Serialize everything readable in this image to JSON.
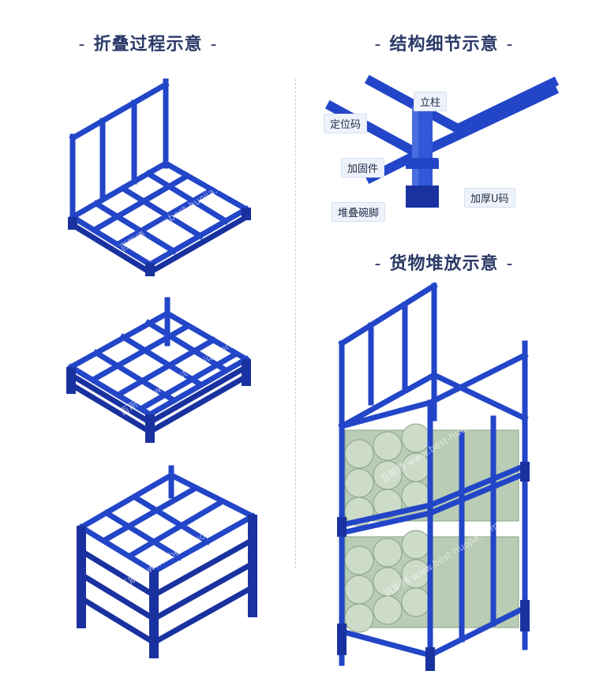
{
  "headings": {
    "folding": "折叠过程示意",
    "structure": "结构细节示意",
    "stacking": "货物堆放示意",
    "dash": "-"
  },
  "callouts": {
    "post": "立柱",
    "locator": "定位码",
    "reinforce": "加固件",
    "thick_u": "加厚U码",
    "foot": "堆叠碗脚"
  },
  "watermark": {
    "brand": "百斯德",
    "url": "www.best-huojia.com"
  },
  "colors": {
    "frame_blue": "#2346c8",
    "frame_dark": "#1a32a0",
    "frame_light": "#4a6ee0",
    "cargo_green": "#b9ccb4",
    "heading_navy": "#2b3a67"
  }
}
